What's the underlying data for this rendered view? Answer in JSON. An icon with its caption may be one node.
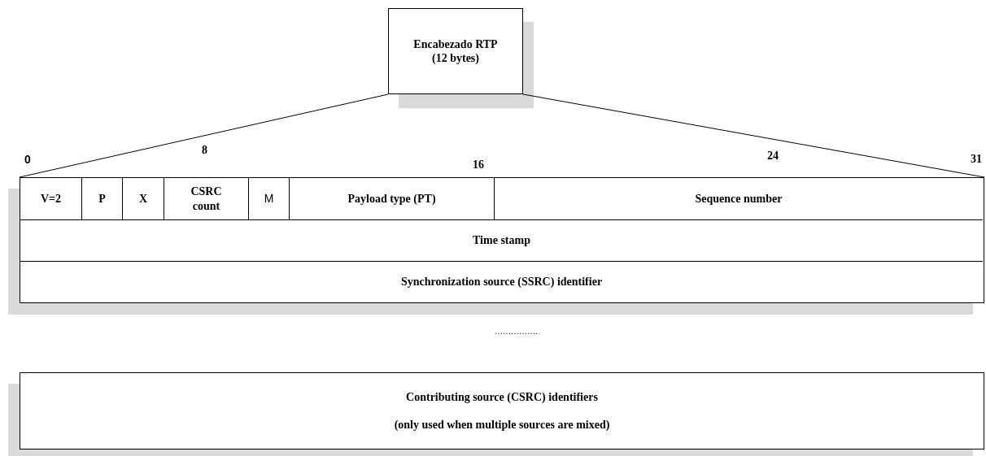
{
  "diagram": {
    "nodes": [
      {
        "text": [
          "Encabezado RTP (12 bytes)"
        ]
      },
      {
        "text": [],
        "shape": "box"
      },
      {
        "text": [
          "V=2"
        ],
        "in": 1
      },
      {
        "text": [
          "P"
        ],
        "in": 1
      },
      {
        "text": [
          "X"
        ],
        "in": 1
      },
      {
        "text": [
          "CSRC count"
        ],
        "in": 1
      },
      {
        "text": [
          "M"
        ],
        "in": 1
      },
      {
        "text": [
          "Payload type (PT)"
        ],
        "in": 1
      },
      {
        "text": [
          "Sequence number"
        ],
        "in": 1
      },
      {
        "text": [
          "Time stamp"
        ],
        "in": 1
      },
      {
        "text": [
          "Synchronization source (SSRC) identifier"
        ],
        "in": 1
      },
      {
        "text": [
          "Contributing source (CSRC) identifiers",
          "(only used when multiple sources are mixed)"
        ]
      }
    ],
    "edges": [
      {
        "from": 0,
        "to": 1,
        "arrow": "none"
      },
      {
        "from": 0,
        "to": 1,
        "arrow": "none"
      }
    ],
    "labels": [
      "0",
      "8",
      "16",
      "24",
      "31",
      "……………."
    ]
  }
}
